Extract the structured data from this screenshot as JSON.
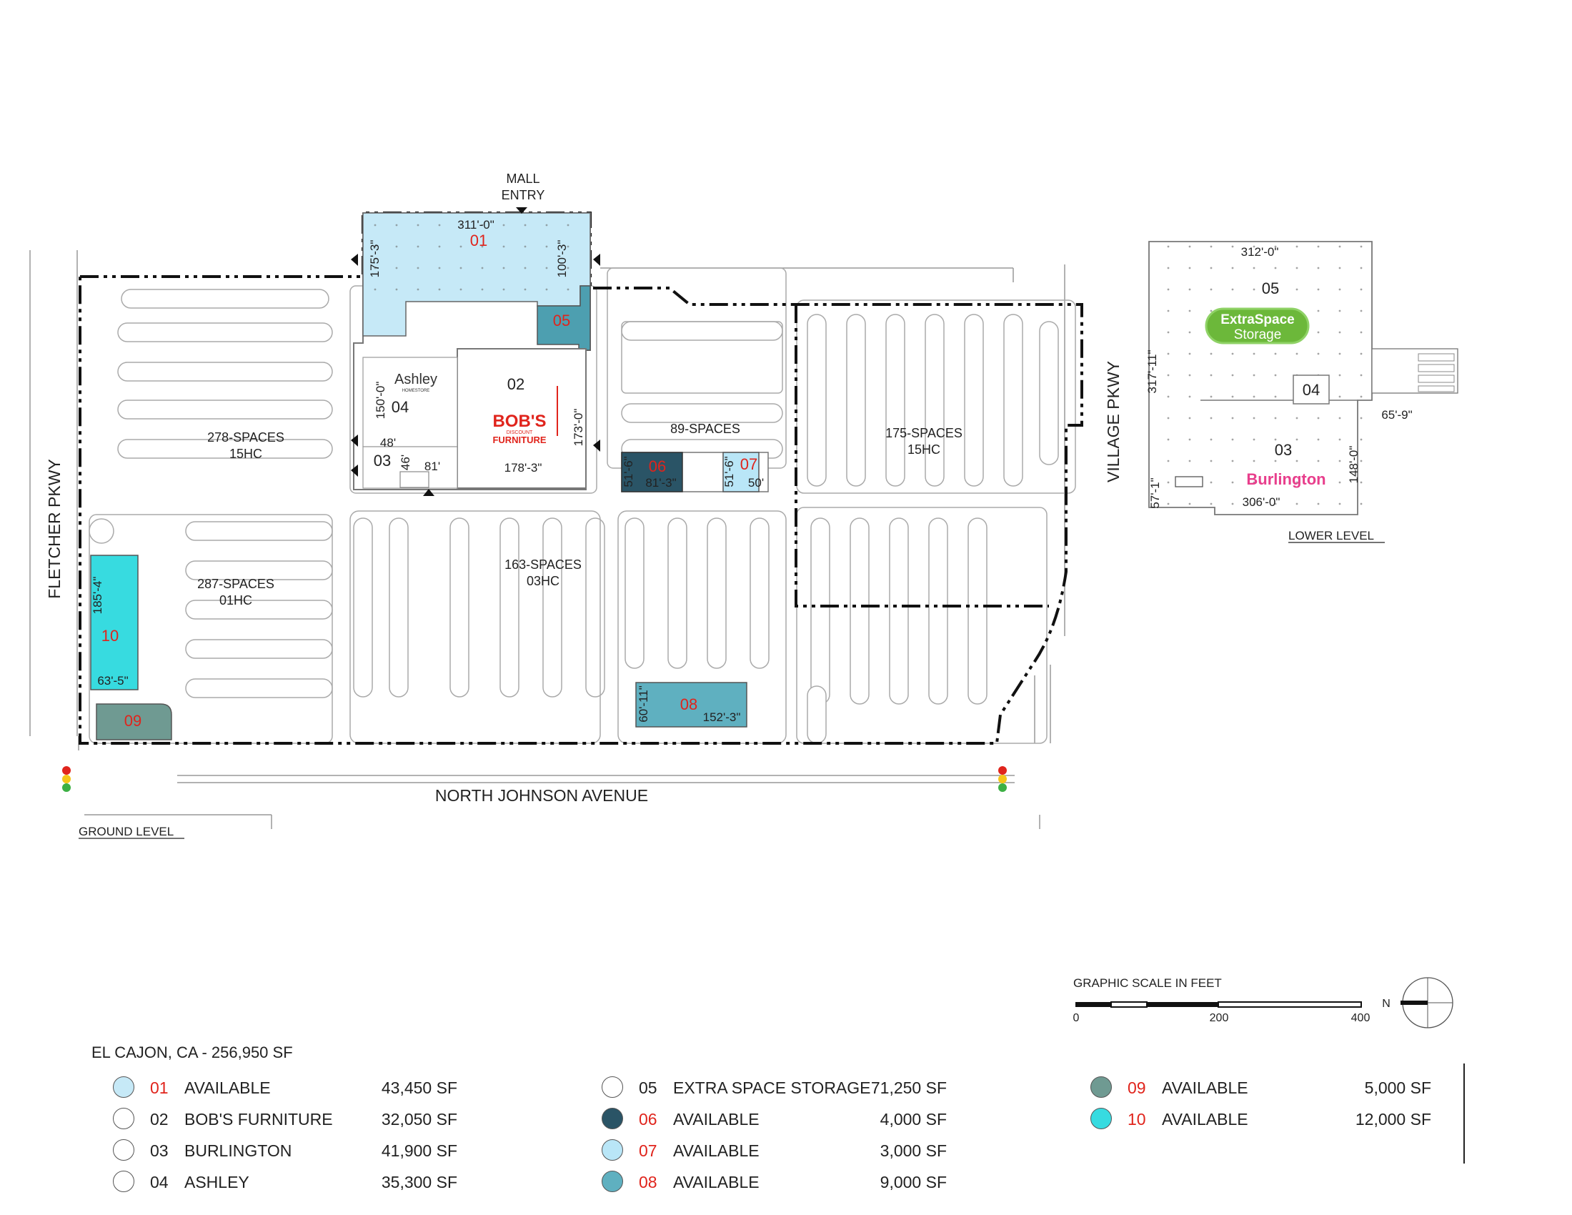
{
  "site": {
    "title": "EL CAJON, CA - 256,950 SF"
  },
  "streets": {
    "west": "FLETCHER PKWY",
    "south": "NORTH JOHNSON AVENUE",
    "east": "VILLAGE PKWY"
  },
  "levels": {
    "ground": "GROUND LEVEL",
    "lower": "LOWER LEVEL"
  },
  "mall_entry": [
    "MALL",
    "ENTRY"
  ],
  "brands": {
    "ashley": "Ashley",
    "ashley_sub": "HOMESTORE",
    "bobs_1": "BOB'S",
    "bobs_2": "DISCOUNT",
    "bobs_3": "FURNITURE",
    "extraspace_1": "ExtraSpace",
    "extraspace_2": "Storage",
    "burlington": "Burlington"
  },
  "units_map": {
    "u01": "01",
    "u02": "02",
    "u03": "03",
    "u04": "04",
    "u05": "05",
    "u06": "06",
    "u07": "07",
    "u08": "08",
    "u09": "09",
    "u10": "10",
    "lower_05": "05",
    "lower_04": "04",
    "lower_03": "03"
  },
  "dimensions": {
    "d01_w": "311'-0\"",
    "d01_l": "175'-3\"",
    "d01_r": "100'-3\"",
    "d04_h": "150'-0\"",
    "d03_w": "48'",
    "d03_h": "46'",
    "d03_b": "81'",
    "d02_w": "178'-3\"",
    "d02_h": "173'-0\"",
    "d06_h": "51'-6\"",
    "d06_w": "81'-3\"",
    "d07_h": "51'-6\"",
    "d07_w": "50'",
    "d08_h": "60'-11\"",
    "d08_w": "152'-3\"",
    "d10_h": "185'-4\"",
    "d10_w": "63'-5\"",
    "l05_w": "312'-0\"",
    "l_left": "317'-11\"",
    "l04_w": "65'-9\"",
    "l03_r": "148'-0\"",
    "l03_l": "57'-1\"",
    "l03_w": "306'-0\""
  },
  "parking": {
    "p1a": "278-SPACES",
    "p1b": "15HC",
    "p2a": "287-SPACES",
    "p2b": "01HC",
    "p3a": "163-SPACES",
    "p3b": "03HC",
    "p4a": "89-SPACES",
    "p5a": "175-SPACES",
    "p5b": "15HC"
  },
  "scale": {
    "title": "GRAPHIC SCALE IN FEET",
    "ticks": [
      "0",
      "200",
      "400"
    ],
    "north": "N"
  },
  "colors": {
    "u01": "#c6e9f7",
    "u05": "#4d9fb0",
    "u06": "#2a5466",
    "u07": "#b9e6f7",
    "u08": "#5fb0c0",
    "u09": "#6f9a92",
    "u10": "#37dbe0",
    "leased": "#ffffff",
    "extraspace": "#6cb83a"
  },
  "legend": [
    {
      "id": "01",
      "status": "AVAILABLE",
      "sf": "43,450 SF",
      "color": "#c6e9f7",
      "available": true
    },
    {
      "id": "02",
      "status": "BOB'S FURNITURE",
      "sf": "32,050 SF",
      "color": "#ffffff",
      "available": false
    },
    {
      "id": "03",
      "status": "BURLINGTON",
      "sf": "41,900 SF",
      "color": "#ffffff",
      "available": false
    },
    {
      "id": "04",
      "status": "ASHLEY",
      "sf": "35,300 SF",
      "color": "#ffffff",
      "available": false
    },
    {
      "id": "05",
      "status": "EXTRA SPACE STORAGE",
      "sf": "71,250 SF",
      "color": "#ffffff",
      "available": false
    },
    {
      "id": "06",
      "status": "AVAILABLE",
      "sf": "4,000 SF",
      "color": "#2a5466",
      "available": true
    },
    {
      "id": "07",
      "status": "AVAILABLE",
      "sf": "3,000 SF",
      "color": "#b9e6f7",
      "available": true
    },
    {
      "id": "08",
      "status": "AVAILABLE",
      "sf": "9,000 SF",
      "color": "#5fb0c0",
      "available": true
    },
    {
      "id": "09",
      "status": "AVAILABLE",
      "sf": "5,000 SF",
      "color": "#6f9a92",
      "available": true
    },
    {
      "id": "10",
      "status": "AVAILABLE",
      "sf": "12,000 SF",
      "color": "#37dbe0",
      "available": true
    }
  ]
}
